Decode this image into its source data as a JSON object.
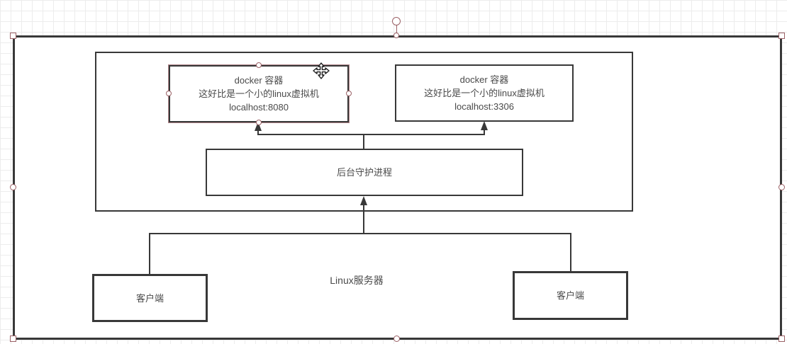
{
  "app": {
    "type": "diagram-editor-canvas",
    "selection_state": "outer server box and first docker box selected"
  },
  "colors": {
    "background": "#ffffff",
    "grid_line": "#ececec",
    "shape_stroke": "#383838",
    "shape_fill": "#ffffff",
    "text": "#4a4a4a",
    "selection_handle": "#9a6065"
  },
  "icons": {
    "move_cursor": "move-cursor-icon (four-way arrow drag cursor)",
    "resize_handle_square": "corner resize handle",
    "resize_handle_circle": "edge midpoint resize handle",
    "rotate_handle": "rotation handle above top edge"
  },
  "diagram": {
    "server_box": {
      "label": "Linux服务器"
    },
    "docker_container_1": {
      "title": "docker 容器",
      "subtitle": "这好比是一个小的linux虚拟机",
      "address": "localhost:8080"
    },
    "docker_container_2": {
      "title": "docker 容器",
      "subtitle": "这好比是一个小的linux虚拟机",
      "address": "localhost:3306"
    },
    "daemon_box": {
      "label": "后台守护进程"
    },
    "client_left": {
      "label": "客户端"
    },
    "client_right": {
      "label": "客户端"
    },
    "connectors": [
      "daemon-to-docker-8080 (arrow up)",
      "daemon-to-docker-3306 (arrow up)",
      "clients-to-daemon (arrow up)"
    ]
  }
}
